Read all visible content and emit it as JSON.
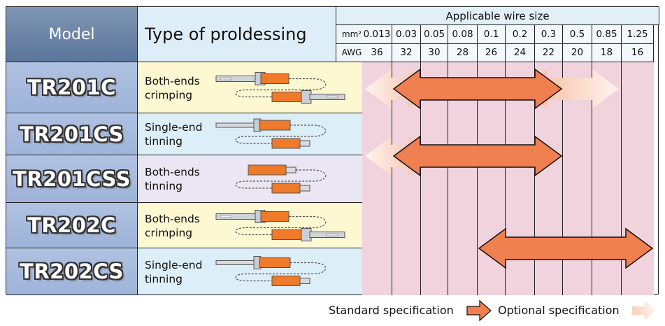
{
  "header": {
    "model": "Model",
    "type_of_processing": "Type of proldessing",
    "applicable_wire_size": "Applicable wire size",
    "mm2_label": "mm²",
    "awg_label": "AWG"
  },
  "wire_sizes": {
    "mm2": [
      "0.013",
      "0.03",
      "0.05",
      "0.08",
      "0.1",
      "0.2",
      "0.3",
      "0.5",
      "0.85",
      "1.25"
    ],
    "awg": [
      "36",
      "32",
      "30",
      "28",
      "26",
      "24",
      "22",
      "20",
      "18",
      "16"
    ]
  },
  "rows": [
    {
      "model": "TR201C",
      "processing_line1": "Both-ends",
      "processing_line2": "crimping",
      "row_color": "#fdf7d2"
    },
    {
      "model": "TR201CS",
      "processing_line1": "Single-end",
      "processing_line2": "tinning",
      "row_color": "#dceef8"
    },
    {
      "model": "TR201CSS",
      "processing_line1": "Both-ends",
      "processing_line2": "tinning",
      "row_color": "#ebe6f3"
    },
    {
      "model": "TR202C",
      "processing_line1": "Both-ends",
      "processing_line2": "crimping",
      "row_color": "#fdf7d2"
    },
    {
      "model": "TR202CS",
      "processing_line1": "Single-end",
      "processing_line2": "tinning",
      "row_color": "#dceef8"
    }
  ],
  "ranges": [
    {
      "group": "TR201C",
      "standard": [
        "0.03",
        "0.3"
      ],
      "optional": [
        "0.013",
        "0.85"
      ]
    },
    {
      "group": "TR201CS / TR201CSS",
      "standard": [
        "0.03",
        "0.3"
      ],
      "optional": [
        "0.013",
        "0.3"
      ]
    },
    {
      "group": "TR202C / TR202CS",
      "standard": [
        "0.1",
        "1.25"
      ],
      "optional": null
    }
  ],
  "legend": {
    "standard": "Standard specification",
    "optional": "Optional specification"
  },
  "colors": {
    "standard_arrow": "#f08050",
    "optional_arrow": "#fde2d2",
    "chart_bg": "#f0d3dd",
    "model_bg": "#a6b8dc",
    "wire_orange": "#ee7a2a"
  }
}
